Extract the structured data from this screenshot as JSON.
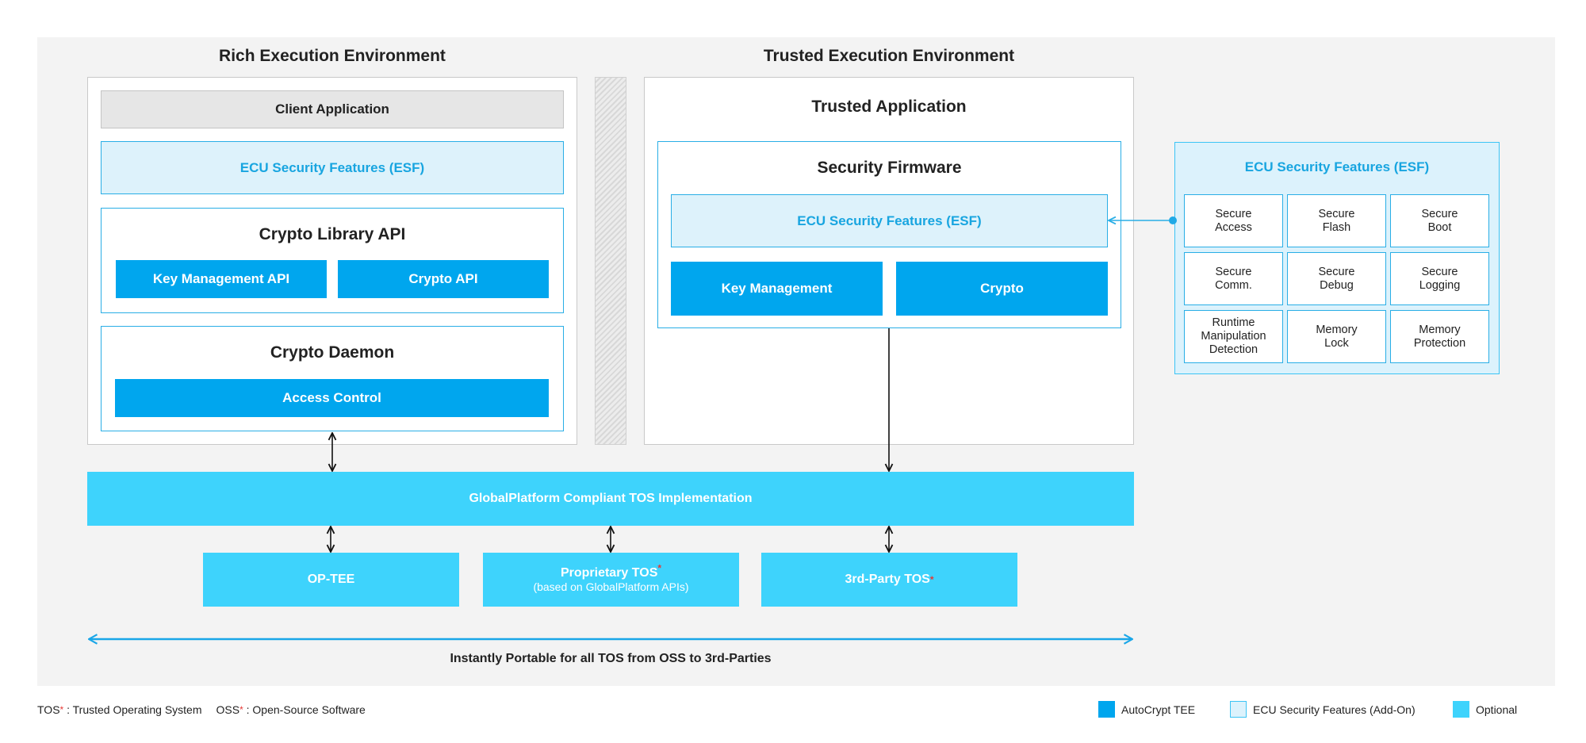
{
  "rich_env": {
    "title": "Rich Execution Environment",
    "client_application": "Client Application",
    "esf": "ECU Security Features (ESF)",
    "crypto_library_api": {
      "title": "Crypto Library API",
      "key_management_api": "Key Management API",
      "crypto_api": "Crypto API"
    },
    "crypto_daemon": {
      "title": "Crypto Daemon",
      "access_control": "Access Control"
    }
  },
  "trusted_env": {
    "title": "Trusted Execution Environment",
    "trusted_application": "Trusted Application",
    "security_firmware": {
      "title": "Security Firmware",
      "esf": "ECU Security Features (ESF)",
      "key_management": "Key Management",
      "crypto": "Crypto"
    }
  },
  "esf_panel": {
    "title": "ECU Security Features (ESF)",
    "features": [
      "Secure\nAccess",
      "Secure\nFlash",
      "Secure\nBoot",
      "Secure\nComm.",
      "Secure\nDebug",
      "Secure\nLogging",
      "Runtime\nManipulation\nDetection",
      "Memory\nLock",
      "Memory\nProtection"
    ]
  },
  "tos": {
    "implementation": "GlobalPlatform Compliant TOS Implementation",
    "op_tee": "OP-TEE",
    "proprietary": "Proprietary TOS",
    "proprietary_note": "(based on GlobalPlatform APIs)",
    "third_party": "3rd-Party TOS",
    "asterisk": "*"
  },
  "portable_caption": "Instantly Portable for all TOS from OSS to 3rd-Parties",
  "footnotes": {
    "tos_abbr": "TOS",
    "tos_def": " : Trusted Operating System",
    "oss_abbr": "OSS",
    "oss_def": " : Open-Source Software",
    "asterisk": "*"
  },
  "legend": [
    {
      "label": "AutoCrypt TEE",
      "color": "#00a6ee"
    },
    {
      "label": "ECU Security Features (Add-On)",
      "color": "#dcf2fc"
    },
    {
      "label": "Optional",
      "color": "#3ed3fc"
    }
  ],
  "colors": {
    "autocrypt_blue": "#00a6ee",
    "esf_fill": "#ddf2fb",
    "optional_cyan": "#3ed3fc",
    "outline_blue": "#29aee6"
  }
}
